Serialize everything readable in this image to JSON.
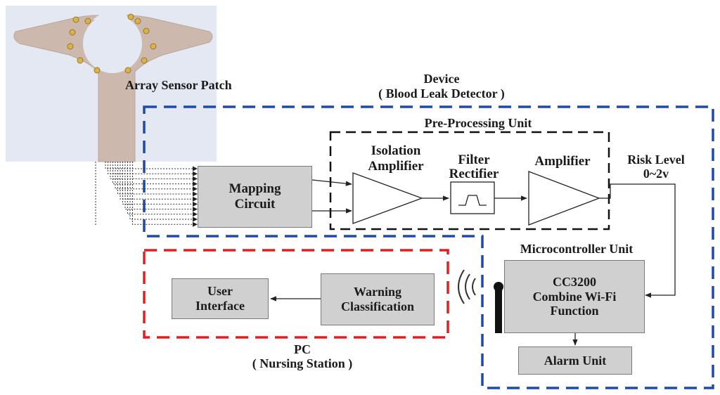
{
  "patch_label": "Array Sensor Patch",
  "device": {
    "title_line1": "Device",
    "title_line2": "( Blood Leak Detector )",
    "color": "#1f4aa8"
  },
  "pre_processing": {
    "title": "Pre-Processing Unit",
    "isolation_line1": "Isolation",
    "isolation_line2": "Amplifier",
    "filter_line1": "Filter",
    "filter_line2": "Rectifier",
    "amplifier": "Amplifier"
  },
  "mapping": {
    "line1": "Mapping",
    "line2": "Circuit"
  },
  "risk": {
    "line1": "Risk Level",
    "line2": "0~2v"
  },
  "microcontroller": {
    "title": "Microcontroller Unit",
    "line1": "CC3200",
    "line2": "Combine Wi-Fi",
    "line3": "Function"
  },
  "alarm": "Alarm Unit",
  "pc": {
    "title_line1": "PC",
    "title_line2": "( Nursing Station )",
    "color": "#e02020"
  },
  "warning": {
    "line1": "Warning",
    "line2": "Classification"
  },
  "user_interface": {
    "line1": "User",
    "line2": "Interface"
  },
  "icons": {
    "sensor_patch": "sensor-patch-image",
    "wifi": "wifi-signal-icon",
    "antenna": "antenna-icon"
  }
}
